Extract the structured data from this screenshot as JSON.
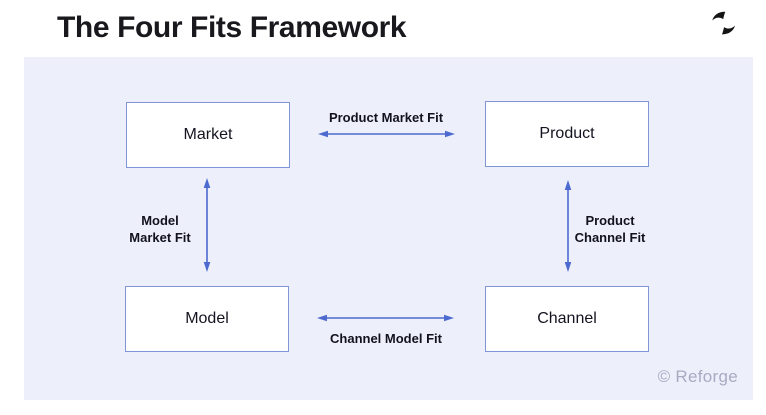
{
  "header": {
    "title": "The Four Fits Framework"
  },
  "diagram": {
    "boxes": {
      "top_left": {
        "label": "Market"
      },
      "top_right": {
        "label": "Product"
      },
      "bottom_left": {
        "label": "Model"
      },
      "bottom_right": {
        "label": "Channel"
      }
    },
    "fits": {
      "top": {
        "label": "Product Market Fit",
        "between": [
          "Market",
          "Product"
        ]
      },
      "left": {
        "line1": "Model",
        "line2": "Market Fit",
        "between": [
          "Market",
          "Model"
        ]
      },
      "right": {
        "line1": "Product",
        "line2": "Channel Fit",
        "between": [
          "Product",
          "Channel"
        ]
      },
      "bottom": {
        "label": "Channel Model Fit",
        "between": [
          "Model",
          "Channel"
        ]
      }
    }
  },
  "footer": {
    "copyright": "© Reforge"
  },
  "icons": {
    "logo": "reforge-logo"
  },
  "colors": {
    "panel_bg": "#edeffb",
    "box_bg": "#ffffff",
    "box_border": "#8095d8",
    "arrow": "#4c6ad0",
    "title_text": "#18181d",
    "fit_label_text": "#12121f",
    "copyright_text": "#a8abc2",
    "logo": "#141414"
  }
}
